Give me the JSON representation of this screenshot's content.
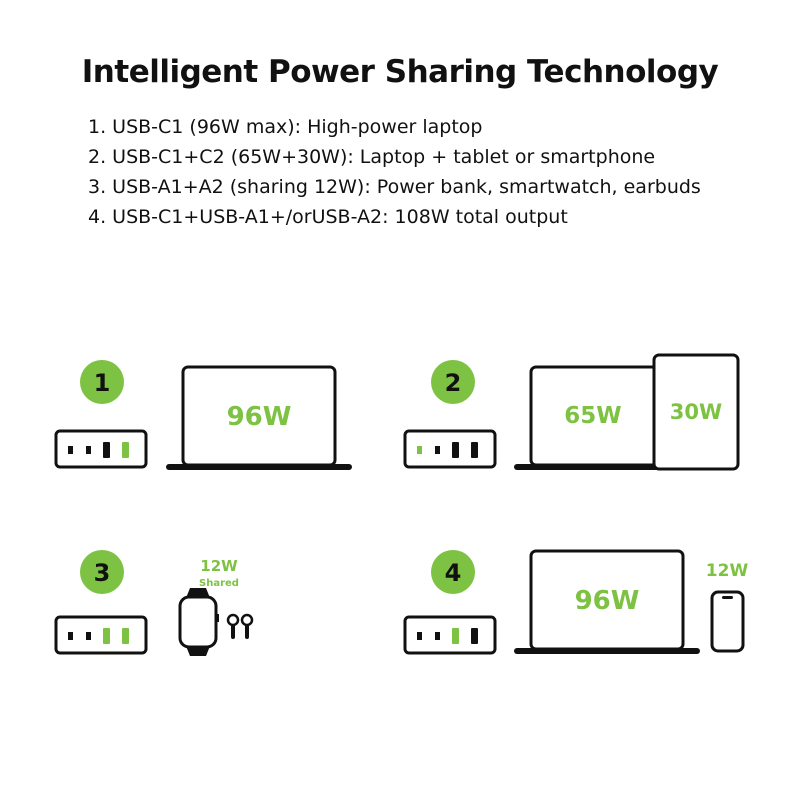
{
  "title": "Intelligent Power Sharing Technology",
  "list": [
    "1. USB-C1 (96W max): High-power laptop",
    "2. USB-C1+C2 (65W+30W): Laptop + tablet or smartphone",
    "3. USB-A1+A2 (sharing 12W): Power bank, smartwatch, earbuds",
    "4. USB-C1+USB-A1+/orUSB-A2: 108W total output"
  ],
  "colors": {
    "accent": "#7dc242",
    "ink": "#111111"
  },
  "scenarios": {
    "s1": {
      "number": "1",
      "laptop_label": "96W"
    },
    "s2": {
      "number": "2",
      "laptop_label": "65W",
      "tablet_label": "30W"
    },
    "s3": {
      "number": "3",
      "wear_label": "12W",
      "wear_sub": "Shared"
    },
    "s4": {
      "number": "4",
      "laptop_label": "96W",
      "phone_label": "12W"
    }
  },
  "icons": [
    "charger-icon",
    "laptop-icon",
    "tablet-icon",
    "smartwatch-icon",
    "earbuds-icon",
    "smartphone-icon"
  ]
}
